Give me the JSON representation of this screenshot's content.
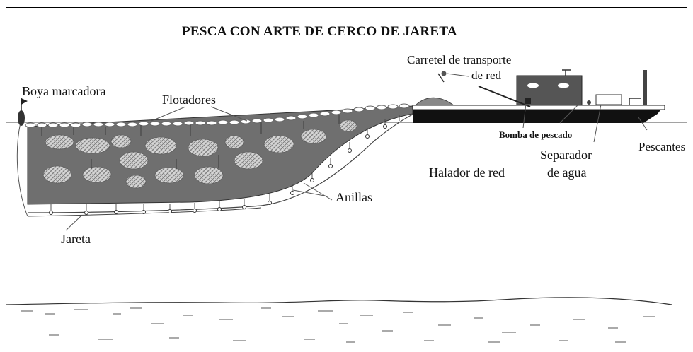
{
  "title": "PESCA CON ARTE DE CERCO DE JARETA",
  "labels": {
    "boya": "Boya marcadora",
    "flotadores": "Flotadores",
    "carretel_1": "Carretel de transporte",
    "carretel_2": "de red",
    "bomba": "Bomba de pescado",
    "separador_1": "Separador",
    "separador_2": "de agua",
    "pescantes": "Pescantes",
    "halador": "Halador de red",
    "anillas": "Anillas",
    "jareta": "Jareta"
  }
}
